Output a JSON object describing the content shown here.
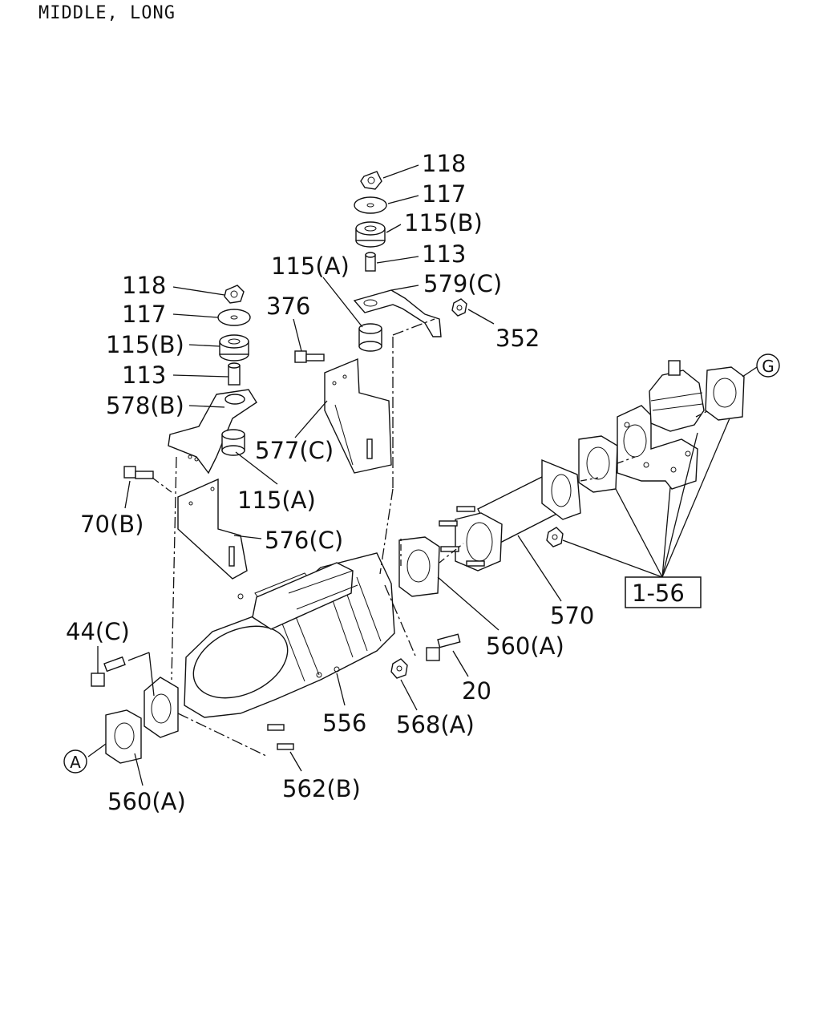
{
  "title": "MIDDLE, LONG",
  "callouts": {
    "c118_top": "118",
    "c117_top": "117",
    "c115b_top": "115(B)",
    "c113_top": "113",
    "c579c": "579(C)",
    "c115a_top": "115(A)",
    "c352": "352",
    "c376": "376",
    "c577c": "577(C)",
    "c118_left": "118",
    "c117_left": "117",
    "c115b_left": "115(B)",
    "c113_left": "113",
    "c578b": "578(B)",
    "c115a_left": "115(A)",
    "c70b": "70(B)",
    "c576c": "576(C)",
    "c44c": "44(C)",
    "c556": "556",
    "c568a": "568(A)",
    "c20": "20",
    "c560a_mid": "560(A)",
    "c570": "570",
    "c562b": "562(B)",
    "c560a_bottom": "560(A)",
    "ref_box": "1-56",
    "marker_a": "A",
    "marker_g": "G"
  }
}
